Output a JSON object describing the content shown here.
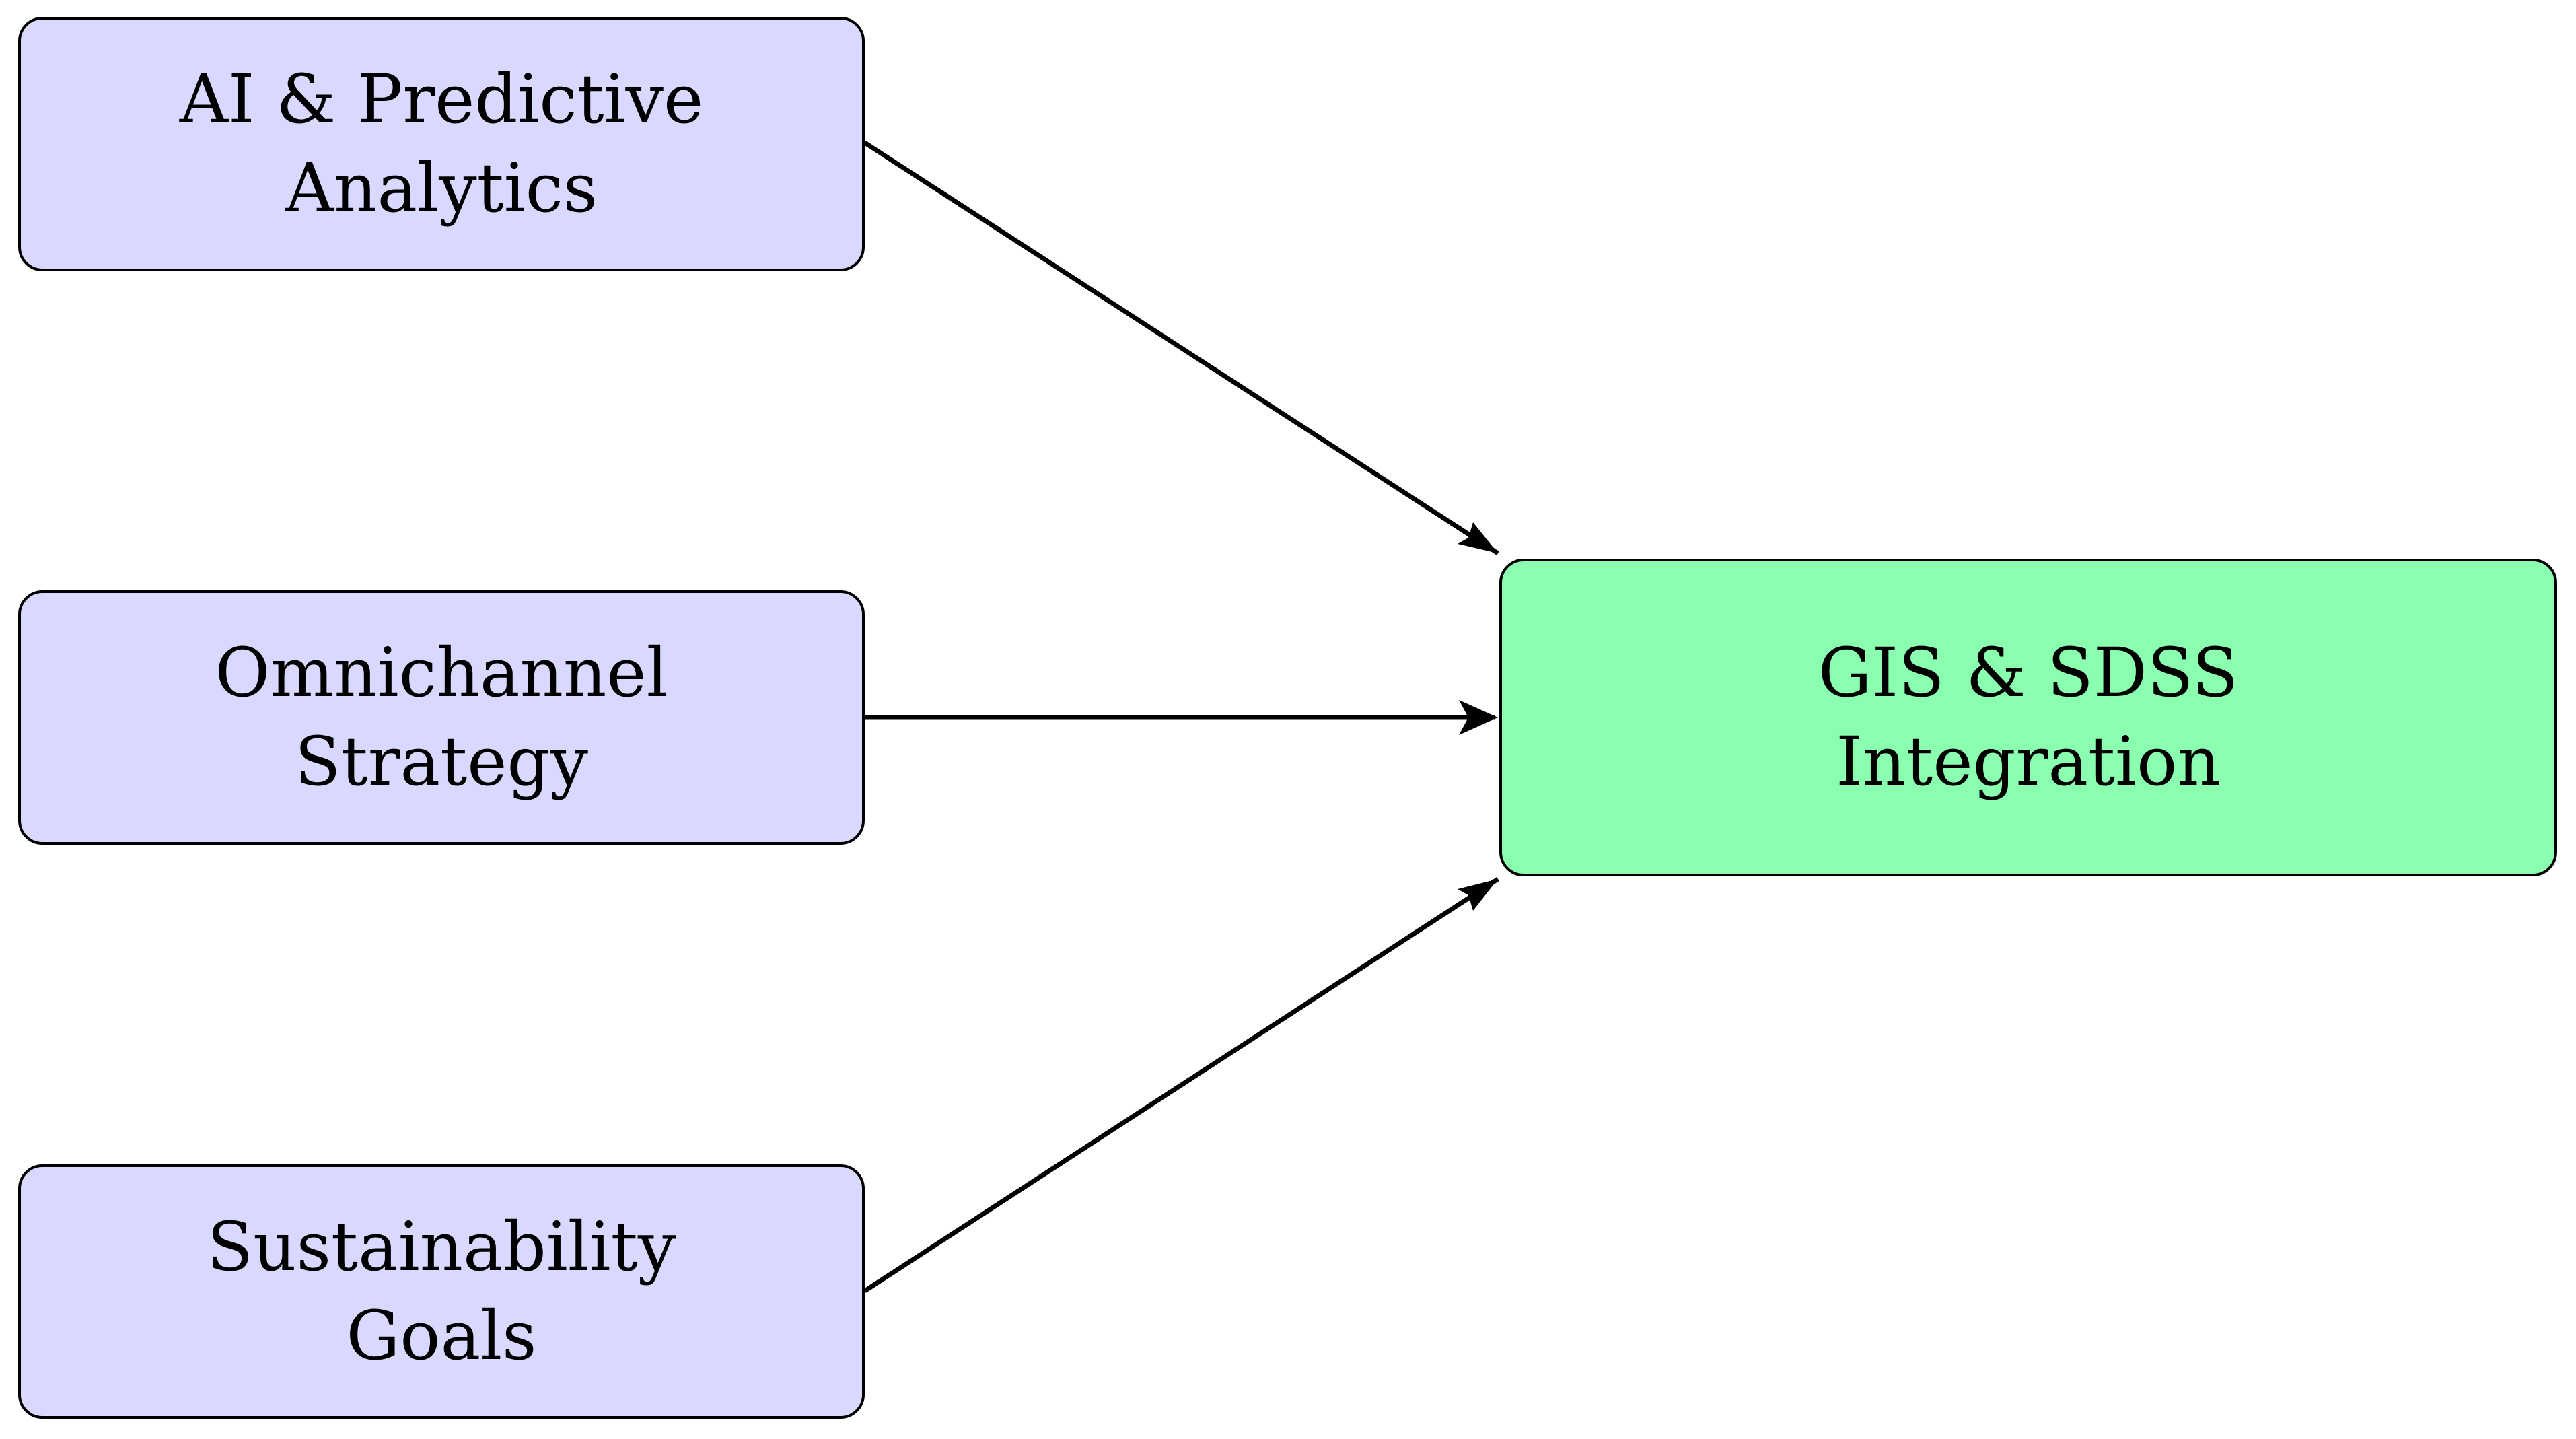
{
  "colors": {
    "source_fill": "#d9d9ff",
    "target_fill": "#8affb0",
    "stroke": "#000000"
  },
  "nodes": {
    "ai": {
      "line1": "AI & Predictive",
      "line2": "Analytics"
    },
    "omnichannel": {
      "line1": "Omnichannel",
      "line2": "Strategy"
    },
    "sustainability": {
      "line1": "Sustainability",
      "line2": "Goals"
    },
    "gis": {
      "line1": "GIS & SDSS",
      "line2": "Integration"
    }
  },
  "edges": [
    {
      "from": "ai",
      "to": "gis"
    },
    {
      "from": "omnichannel",
      "to": "gis"
    },
    {
      "from": "sustainability",
      "to": "gis"
    }
  ]
}
